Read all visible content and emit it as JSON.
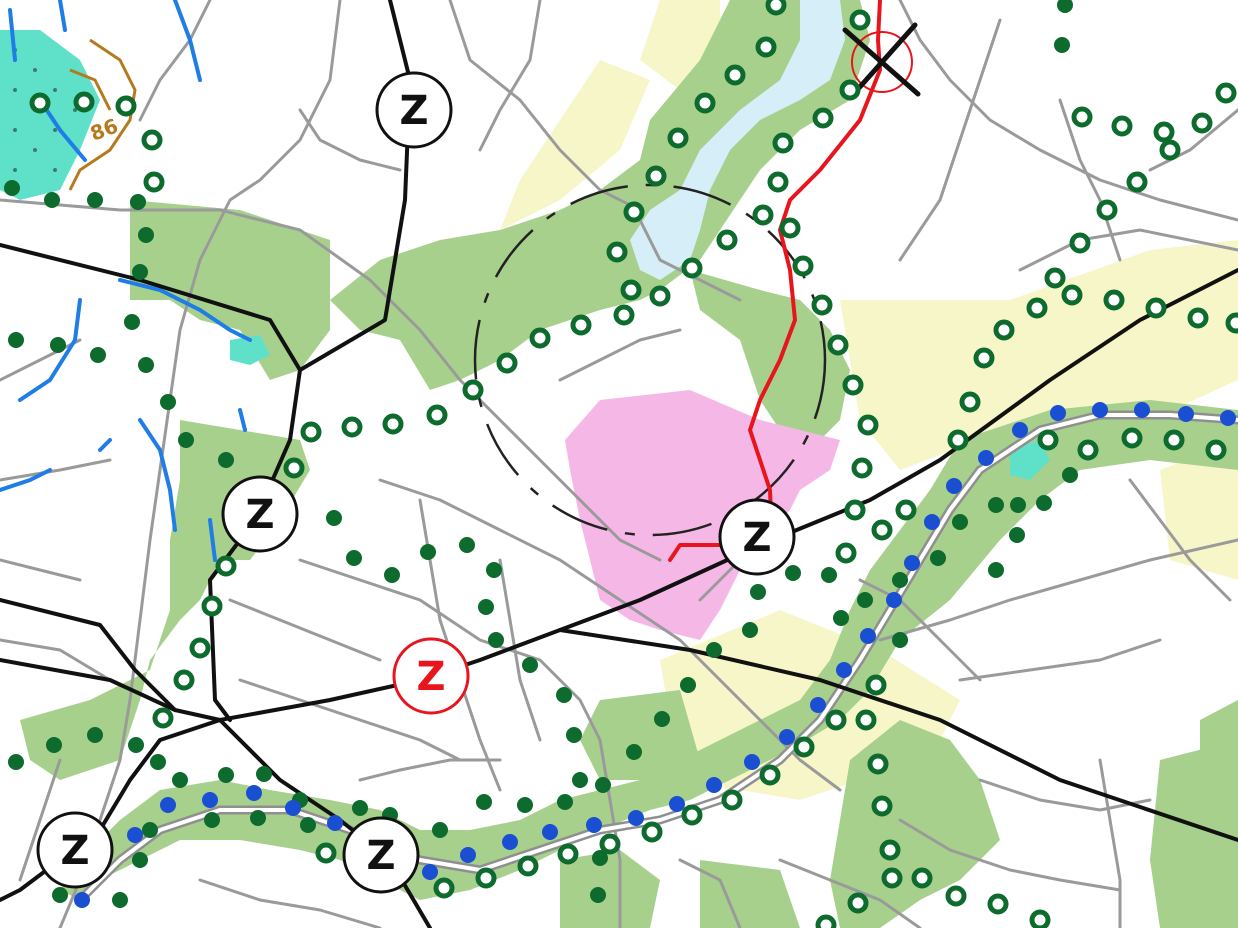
{
  "map": {
    "colors": {
      "background": "#ffffff",
      "green_zone": "#a8d08d",
      "water": "#d6eef8",
      "yellow_zone": "#f7f6c9",
      "pink_zone": "#f5b8e6",
      "cyan_zone": "#5fe0c8",
      "roads": "#9a9a9a",
      "power_lines": "#111111",
      "red_route": "#e8151d",
      "dark_green_marker": "#0d6b2e",
      "blue_marker": "#1a4fd1",
      "blue_streams": "#1e7de6",
      "brown_contour": "#b57a1e"
    },
    "icons": {
      "black_node": "circled-z-icon",
      "red_node": "circled-z-icon-red",
      "endpoint": "x-cross-icon",
      "filled_marker": "filled-dot-icon",
      "ring_marker": "ring-dot-icon"
    },
    "node_labels": {
      "black": "Z",
      "red": "Z"
    },
    "brown_label": "86"
  }
}
